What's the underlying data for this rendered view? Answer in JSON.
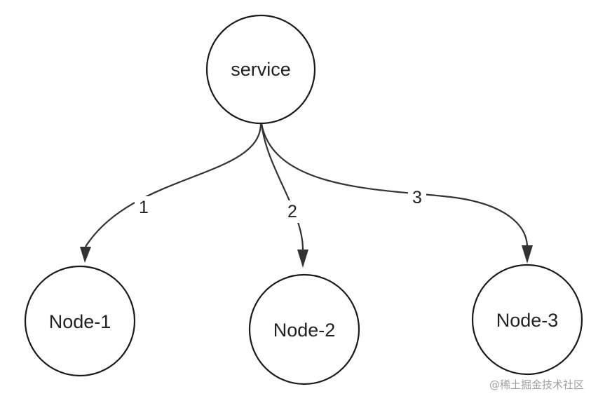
{
  "nodes": {
    "service": {
      "label": "service"
    },
    "node1": {
      "label": "Node-1"
    },
    "node2": {
      "label": "Node-2"
    },
    "node3": {
      "label": "Node-3"
    }
  },
  "edges": [
    {
      "from": "service",
      "to": "node1",
      "label": "1"
    },
    {
      "from": "service",
      "to": "node2",
      "label": "2"
    },
    {
      "from": "service",
      "to": "node3",
      "label": "3"
    }
  ],
  "colors": {
    "stroke": "#1a1a1a",
    "edge": "#333333",
    "text": "#222222",
    "watermark": "#a0a0a0"
  },
  "watermark": "@稀土掘金技术社区"
}
